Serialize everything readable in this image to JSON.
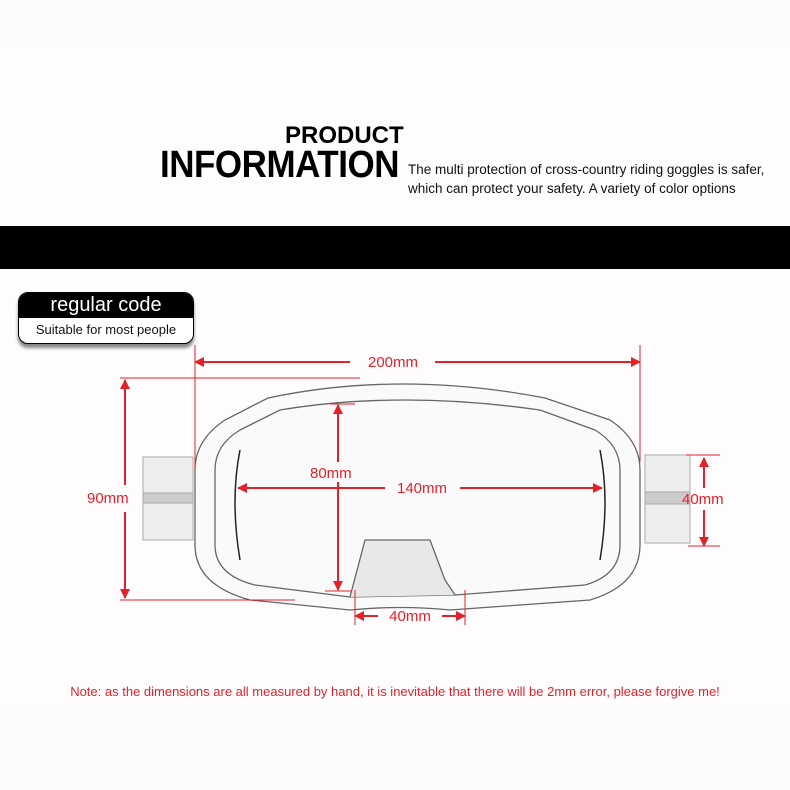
{
  "header": {
    "title_line1": "PRODUCT",
    "title_line2": "INFORMATION",
    "description": "The multi protection of cross-country riding goggles is safer, which can protect your safety. A variety of color options"
  },
  "size_badge": {
    "label": "regular code",
    "sublabel": "Suitable for most people"
  },
  "dimensions": {
    "total_width": "200mm",
    "total_height": "90mm",
    "lens_height": "80mm",
    "lens_width": "140mm",
    "nose_width": "40mm",
    "strap_width": "40mm"
  },
  "colors": {
    "accent_red": "#e3212b",
    "bar_black": "#000000"
  },
  "note": "Note: as the dimensions are all measured by hand, it is inevitable that there will be 2mm error, please forgive me!"
}
